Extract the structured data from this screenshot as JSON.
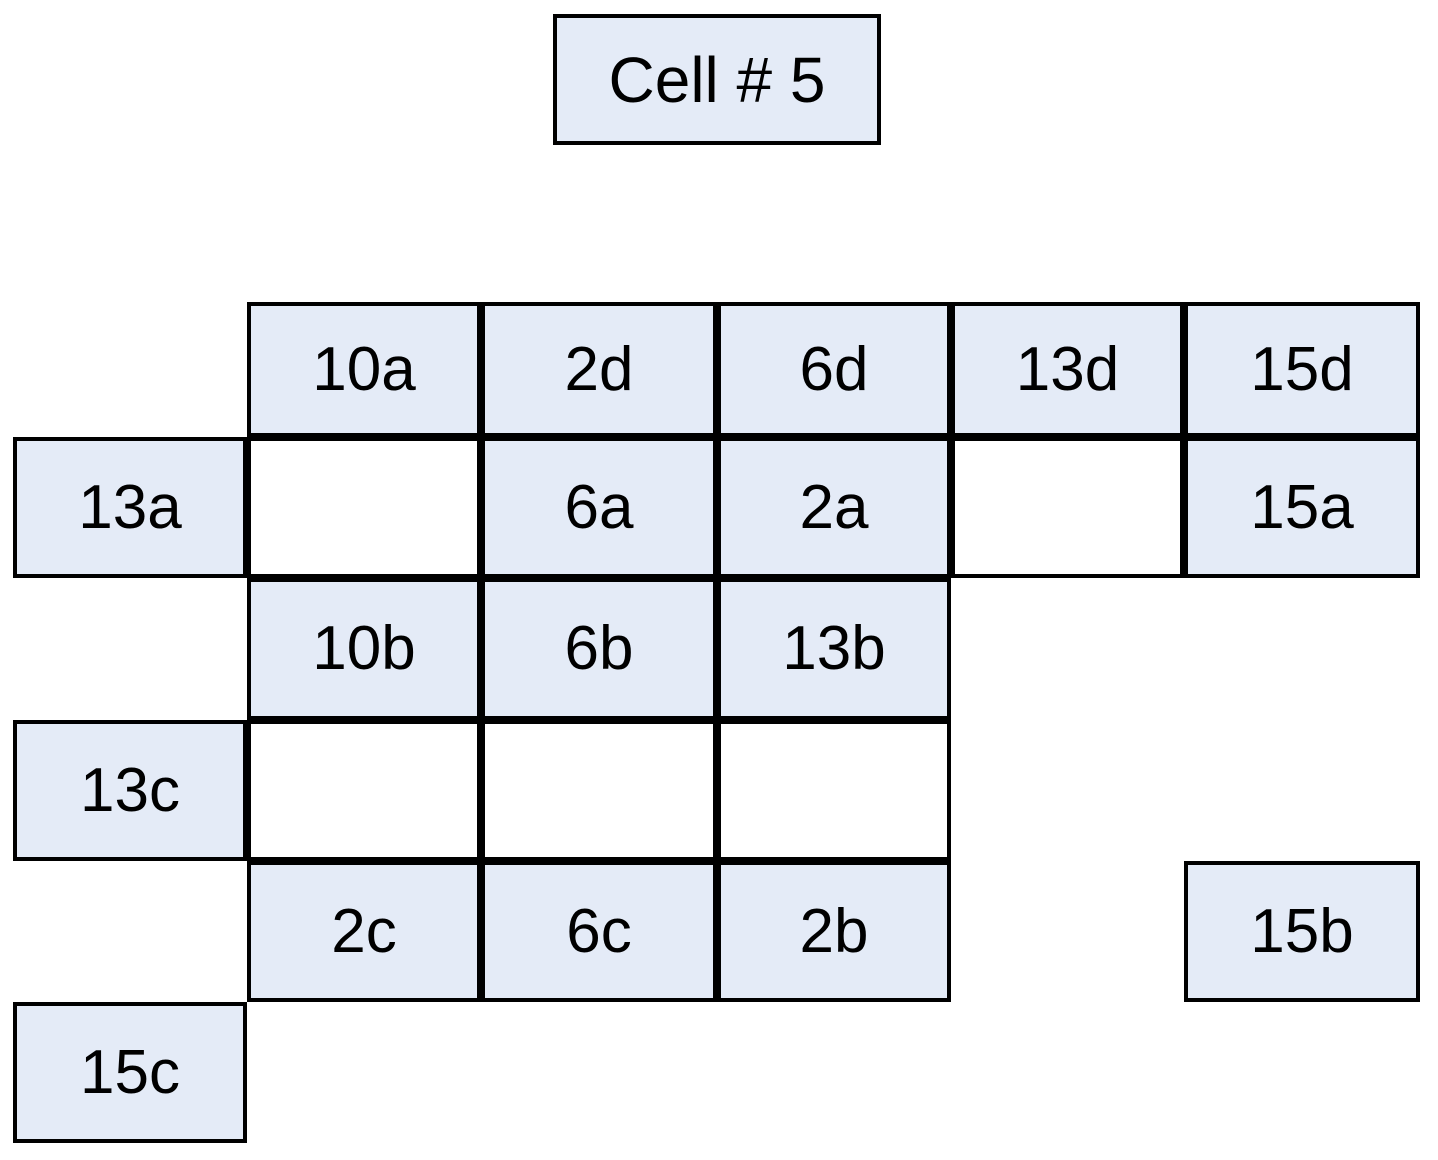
{
  "title": {
    "label": "Cell # 5"
  },
  "layout": {
    "background_color": "#ffffff",
    "cell_fill_color": "#e4ebf7",
    "cell_border_color": "#000000",
    "text_color": "#000000"
  },
  "grid": {
    "columns": 6,
    "rows": 6,
    "cells": [
      {
        "row": 1,
        "col": 2,
        "label": "10a",
        "filled": true
      },
      {
        "row": 1,
        "col": 3,
        "label": "2d",
        "filled": true
      },
      {
        "row": 1,
        "col": 4,
        "label": "6d",
        "filled": true
      },
      {
        "row": 1,
        "col": 5,
        "label": "13d",
        "filled": true
      },
      {
        "row": 1,
        "col": 6,
        "label": "15d",
        "filled": true
      },
      {
        "row": 2,
        "col": 1,
        "label": "13a",
        "filled": true
      },
      {
        "row": 2,
        "col": 2,
        "label": "",
        "filled": false
      },
      {
        "row": 2,
        "col": 3,
        "label": "6a",
        "filled": true
      },
      {
        "row": 2,
        "col": 4,
        "label": "2a",
        "filled": true
      },
      {
        "row": 2,
        "col": 5,
        "label": "",
        "filled": false
      },
      {
        "row": 2,
        "col": 6,
        "label": "15a",
        "filled": true
      },
      {
        "row": 3,
        "col": 2,
        "label": "10b",
        "filled": true
      },
      {
        "row": 3,
        "col": 3,
        "label": "6b",
        "filled": true
      },
      {
        "row": 3,
        "col": 4,
        "label": "13b",
        "filled": true
      },
      {
        "row": 4,
        "col": 1,
        "label": "13c",
        "filled": true
      },
      {
        "row": 4,
        "col": 2,
        "label": "",
        "filled": false
      },
      {
        "row": 4,
        "col": 3,
        "label": "",
        "filled": false
      },
      {
        "row": 4,
        "col": 4,
        "label": "",
        "filled": false
      },
      {
        "row": 5,
        "col": 2,
        "label": "2c",
        "filled": true
      },
      {
        "row": 5,
        "col": 3,
        "label": "6c",
        "filled": true
      },
      {
        "row": 5,
        "col": 4,
        "label": "2b",
        "filled": true
      },
      {
        "row": 5,
        "col": 6,
        "label": "15b",
        "filled": true
      },
      {
        "row": 6,
        "col": 1,
        "label": "15c",
        "filled": true
      }
    ]
  }
}
